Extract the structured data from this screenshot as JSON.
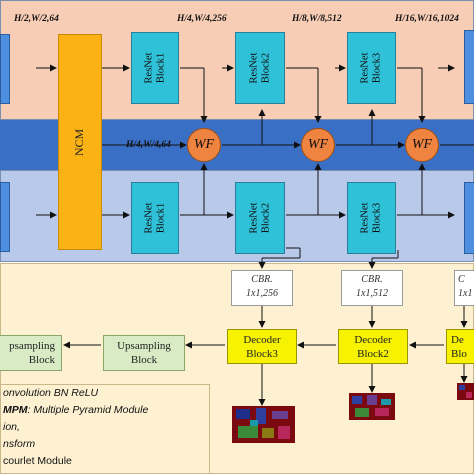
{
  "diagram": {
    "dims": {
      "d1": "H/2,W/2,64",
      "d2": "H/4,W/4,256",
      "d3": "H/8,W/8,512",
      "d4": "H/16,W/16,1024",
      "d5": "H/4,W/4,64"
    },
    "ncm_label": "NCM",
    "resnet_top": [
      "ResNet\nBlock1",
      "ResNet\nBlock2",
      "ResNet\nBlock3"
    ],
    "resnet_bot": [
      "ResNet\nBlock1",
      "ResNet\nBlock2",
      "ResNet\nBlock3"
    ],
    "wf_label": "WF",
    "cbr": [
      {
        "line1": "CBR.",
        "line2": "1x1,256"
      },
      {
        "line1": "CBR.",
        "line2": "1x1,512"
      },
      {
        "line1": "C",
        "line2": "1x1"
      }
    ],
    "decoders": [
      {
        "line1": "Decoder",
        "line2": "Block3"
      },
      {
        "line1": "Decoder",
        "line2": "Block2"
      },
      {
        "line1": "De",
        "line2": "Blo"
      }
    ],
    "upsampling": [
      {
        "line1": "Upsampling",
        "line2": "Block"
      },
      {
        "line1": "psampling",
        "line2": "Block"
      }
    ],
    "legend": [
      {
        "bold": "",
        "text": "onvolution BN ReLU"
      },
      {
        "bold": "MPM",
        "text": ": Multiple Pyramid Module"
      },
      {
        "bold": "",
        "text": "ion,"
      },
      {
        "bold": "",
        "text": "nsform"
      },
      {
        "bold": "",
        "text": "courlet Module"
      }
    ],
    "colors": {
      "top_band": "#f7cdb6",
      "mid_band": "#3a6fc6",
      "bot_band": "#b9c9ea",
      "decoder_band": "#fdf1d2",
      "resnet": "#2fc1d8",
      "ncm": "#fbb215",
      "wf": "#ee8440",
      "decoder": "#f6f200",
      "upsampling": "#d8ebc4"
    }
  }
}
